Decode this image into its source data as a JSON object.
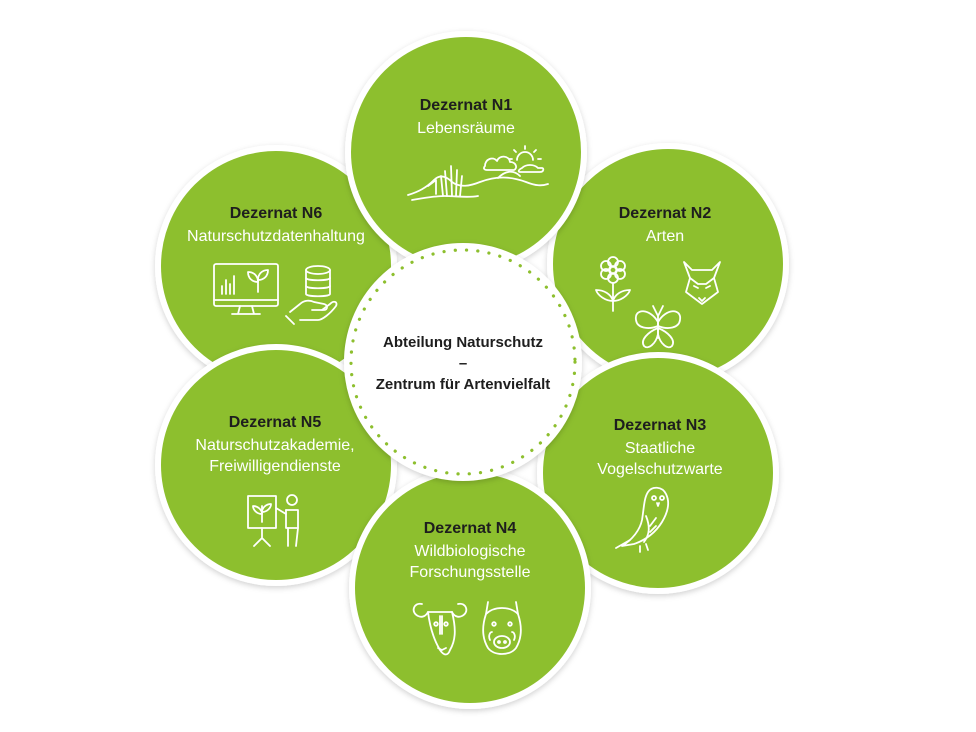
{
  "colors": {
    "petal_fill": "#8dbf2e",
    "petal_outline": "#ffffff",
    "petal_shadow": "#c9c9c9",
    "center_fill": "#ffffff",
    "center_dots": "#8dbf2e",
    "title_text": "#1e1e1e",
    "subtitle_text": "#ffffff"
  },
  "center": {
    "line1": "Abteilung Naturschutz",
    "line2": "–",
    "line3": "Zentrum für Artenvielfalt"
  },
  "petals": [
    {
      "id": "n1",
      "title": "Dezernat N1",
      "lines": [
        "Lebensräume"
      ],
      "icon": "landscape-icon"
    },
    {
      "id": "n2",
      "title": "Dezernat N2",
      "lines": [
        "Arten"
      ],
      "icon": "species-icons"
    },
    {
      "id": "n3",
      "title": "Dezernat N3",
      "lines": [
        "Staatliche",
        "Vogelschutzwarte"
      ],
      "icon": "owl-icon"
    },
    {
      "id": "n4",
      "title": "Dezernat N4",
      "lines": [
        "Wildbiologische",
        "Forschungsstelle"
      ],
      "icon": "deer-boar-icons"
    },
    {
      "id": "n5",
      "title": "Dezernat N5",
      "lines": [
        "Naturschutzakademie,",
        "Freiwilligendienste"
      ],
      "icon": "presentation-icon"
    },
    {
      "id": "n6",
      "title": "Dezernat N6",
      "lines": [
        "Naturschutzdatenhaltung"
      ],
      "icon": "data-monitor-icon"
    }
  ]
}
